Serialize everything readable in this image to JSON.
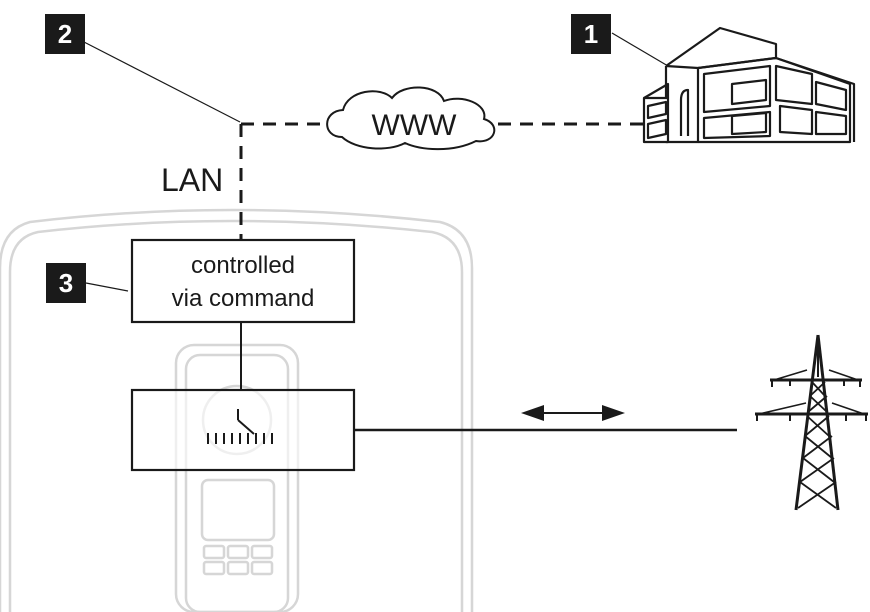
{
  "callouts": [
    {
      "number": "1"
    },
    {
      "number": "2"
    },
    {
      "number": "3"
    }
  ],
  "labels": {
    "lan": "LAN",
    "cloud": "WWW",
    "controller_line1": "controlled",
    "controller_line2": "via command"
  },
  "icons": {
    "building": "building-icon",
    "cloud": "cloud-icon",
    "power_mast": "power-transmission-tower-icon",
    "bidirectional_arrow": "double-arrow-icon",
    "inverter_outline": "inverter-housing-outline"
  },
  "colors": {
    "line": "#1a1a1a",
    "badge": "#1a1a1a",
    "faint_outline": "#d6d6d6"
  }
}
